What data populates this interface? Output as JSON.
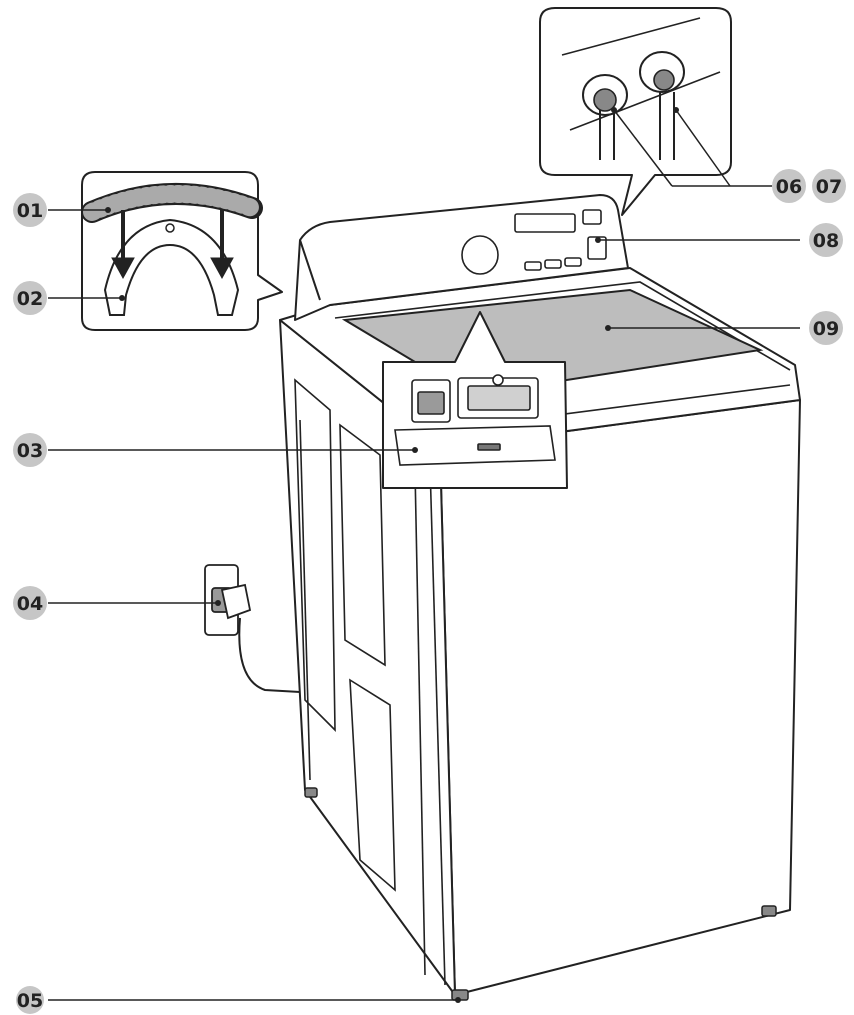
{
  "labels": {
    "hose": "01",
    "elbow_guide": "02",
    "dispenser": "03",
    "power_plug": "04",
    "leveling_foot": "05",
    "hot_inlet": "06",
    "cold_inlet": "07",
    "control_panel": "08",
    "lid": "09"
  },
  "colors": {
    "badge": "#c6c6c6",
    "stroke": "#222222",
    "glass": "#bdbdbd",
    "callout_bg": "#ffffff"
  }
}
